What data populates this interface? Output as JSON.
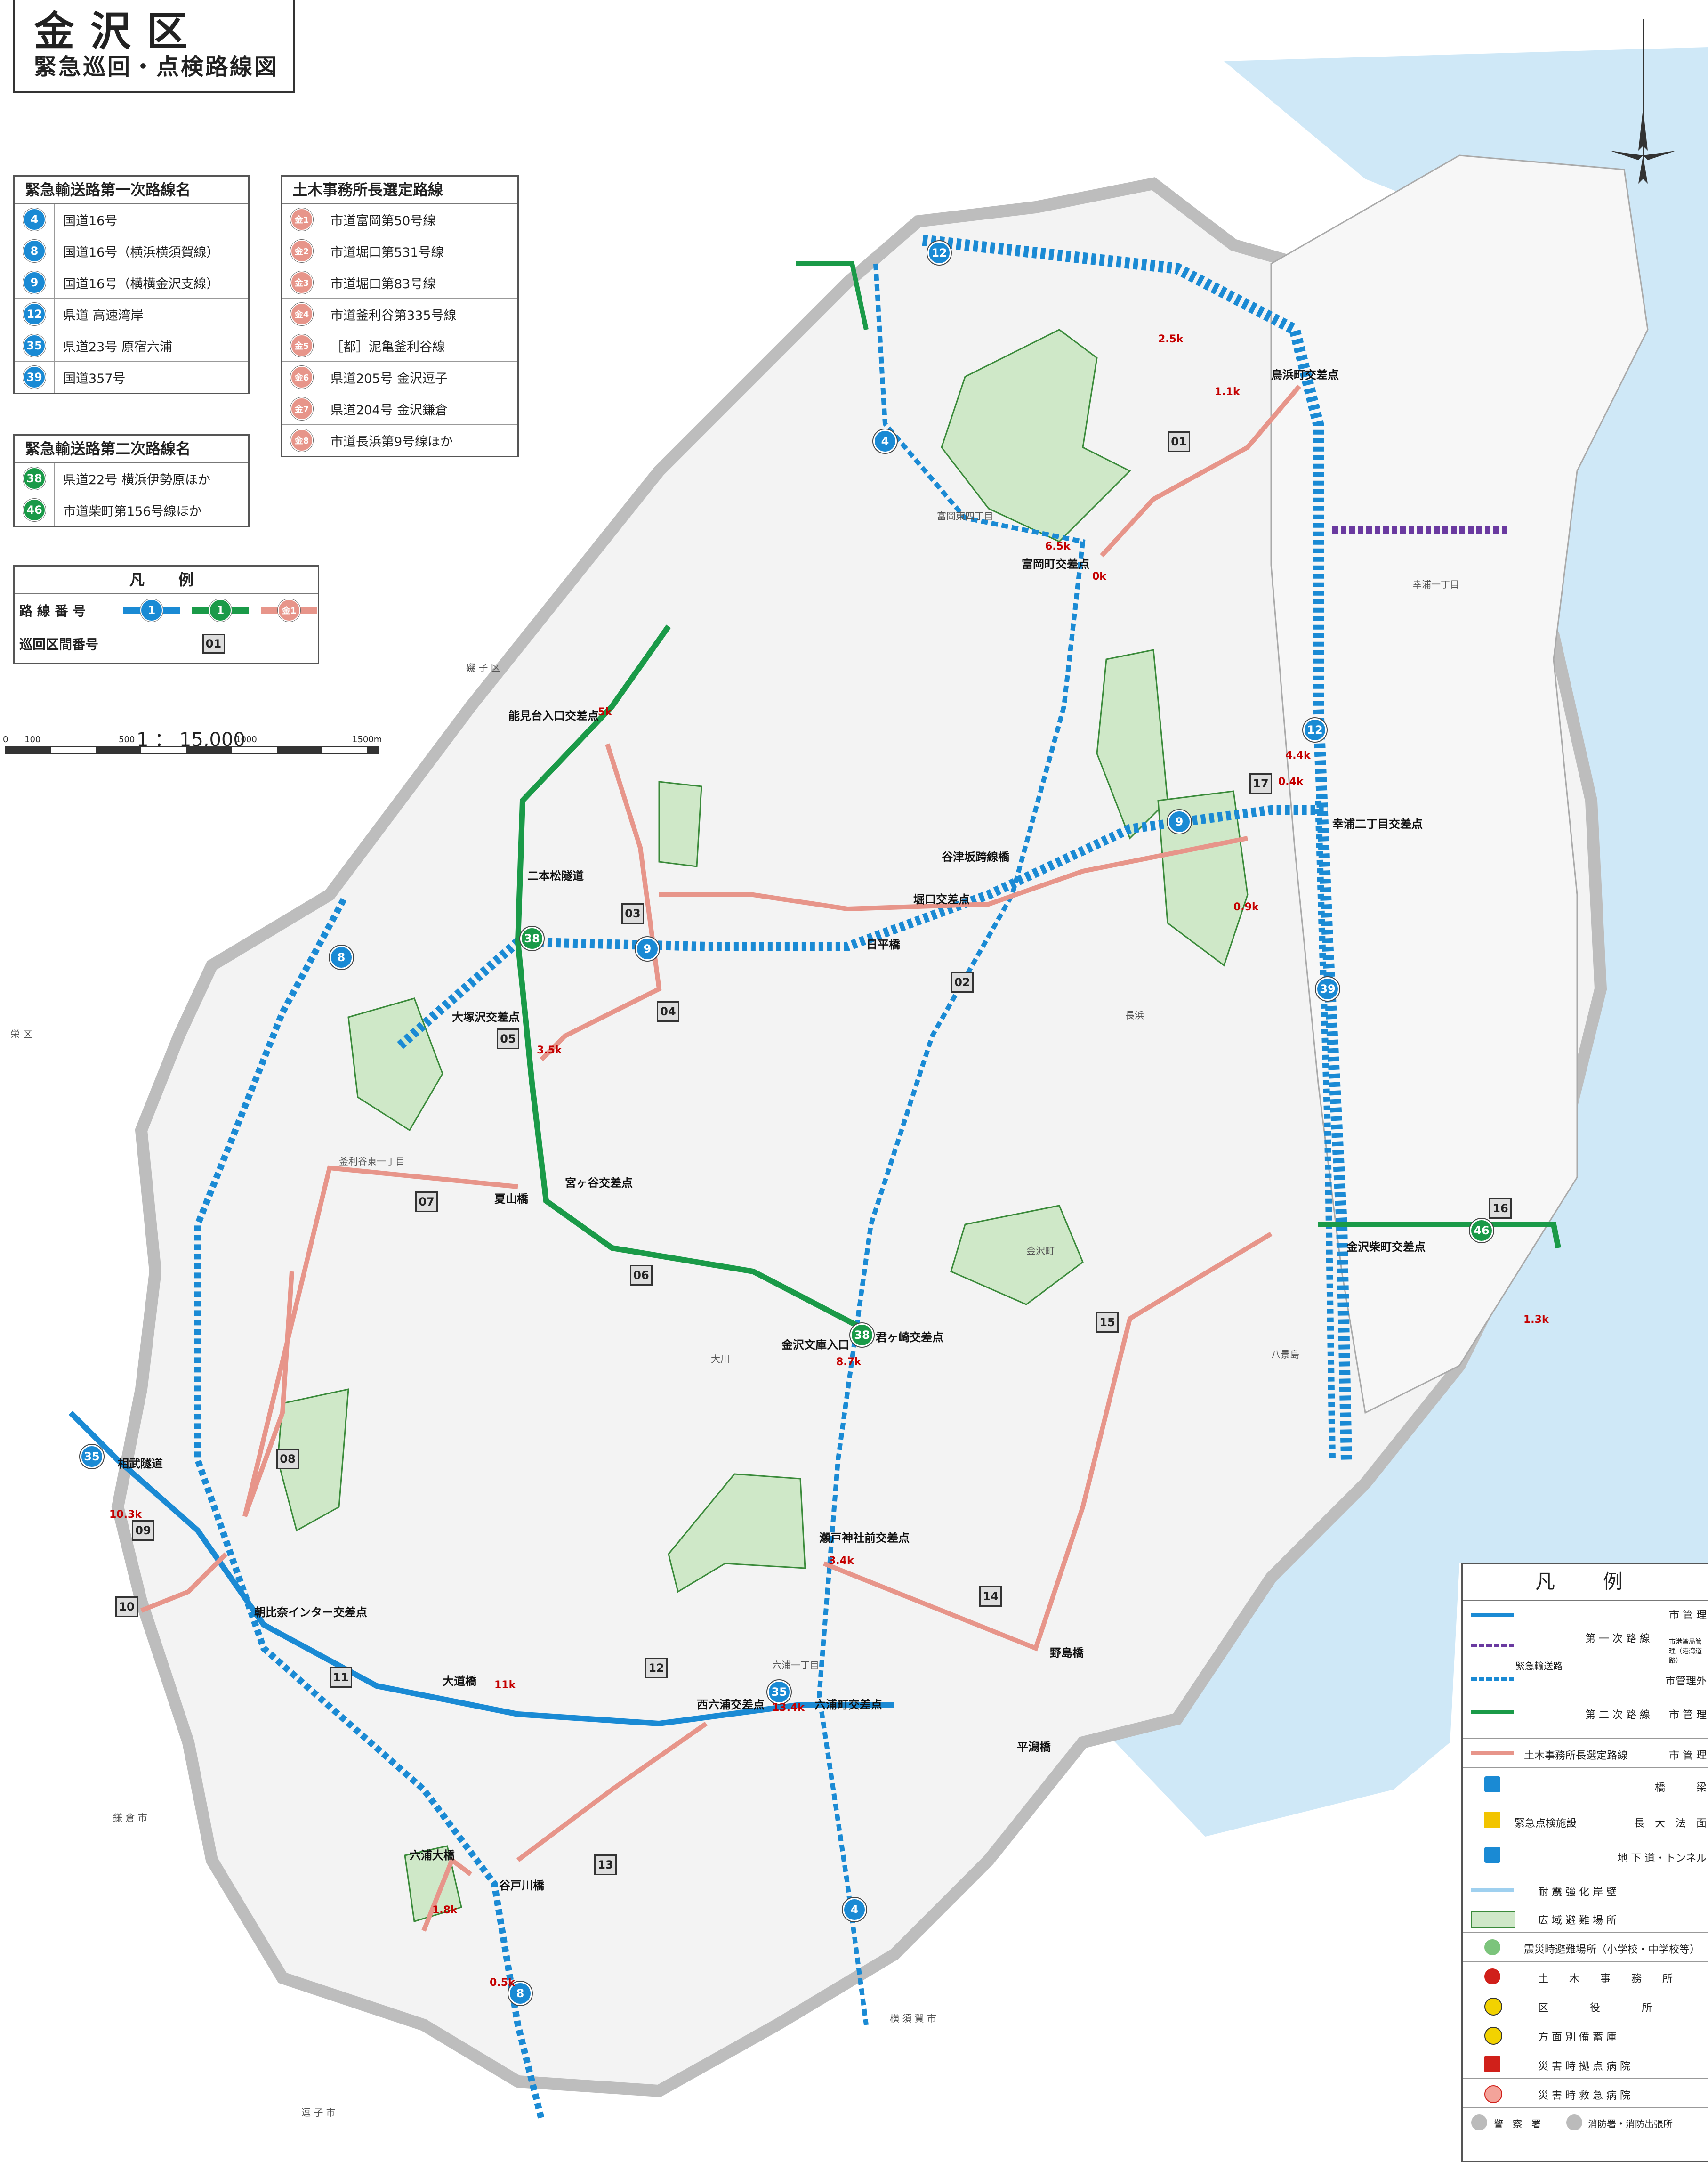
{
  "title": {
    "main": "金沢区",
    "sub": "緊急巡回・点検路線図"
  },
  "primary_routes": {
    "header": "緊急輸送路第一次路線名",
    "items": [
      {
        "no": "4",
        "name": "国道16号"
      },
      {
        "no": "8",
        "name": "国道16号（横浜横須賀線）"
      },
      {
        "no": "9",
        "name": "国道16号（横横金沢支線）"
      },
      {
        "no": "12",
        "name": "県道 高速湾岸"
      },
      {
        "no": "35",
        "name": "県道23号 原宿六浦"
      },
      {
        "no": "39",
        "name": "国道357号"
      }
    ]
  },
  "secondary_routes": {
    "header": "緊急輸送路第二次路線名",
    "items": [
      {
        "no": "38",
        "name": "県道22号 横浜伊勢原ほか"
      },
      {
        "no": "46",
        "name": "市道柴町第156号線ほか"
      }
    ]
  },
  "director_routes": {
    "header": "土木事務所長選定路線",
    "items": [
      {
        "no": "金1",
        "name": "市道富岡第50号線"
      },
      {
        "no": "金2",
        "name": "市道堀口第531号線"
      },
      {
        "no": "金3",
        "name": "市道堀口第83号線"
      },
      {
        "no": "金4",
        "name": "市道釜利谷第335号線"
      },
      {
        "no": "金5",
        "name": "［都］泥亀釜利谷線"
      },
      {
        "no": "金6",
        "name": "県道205号 金沢逗子"
      },
      {
        "no": "金7",
        "name": "県道204号 金沢鎌倉"
      },
      {
        "no": "金8",
        "name": "市道長浜第9号線ほか"
      }
    ]
  },
  "small_legend": {
    "header": "凡　例",
    "route_no_label": "路 線 番 号",
    "route_samples": [
      "1",
      "1",
      "金1"
    ],
    "section_label": "巡回区間番号",
    "section_sample": "01"
  },
  "scale": {
    "ratio": "1 ： 15,000",
    "ticks": [
      "0",
      "100",
      "500",
      "1000",
      "1500m"
    ]
  },
  "big_legend": {
    "header": "凡　例",
    "emergency_road": "緊急輸送路",
    "first_route": "第 一 次 路 線",
    "second_route": "第 二 次 路 線",
    "city_mgmt": "市 管 理",
    "port_mgmt": "市港湾局管理（港湾道路）",
    "outside_mgmt": "市管理外",
    "director_route": "土木事務所長選定路線",
    "facilities": "緊急点検施設",
    "bridge": "橋　　　梁",
    "slope": "長　大　法　面",
    "tunnel": "地 下 道・トンネル",
    "seawall": "耐 震 強 化 岸 壁",
    "evac_area": "広 域 避 難 場 所",
    "evac_school": "震災時避難場所（小学校・中学校等）",
    "civil_office": "土　　木　　事　　務　　所",
    "ward_office": "区　　　　役　　　　所",
    "storage": "方 面 別 備 蓄 庫",
    "base_hospital": "災 害 時 拠 点 病 院",
    "emerg_hospital": "災 害 時 救 急 病 院",
    "police": "警　察　署",
    "fire": "消防署・消防出張所"
  },
  "map": {
    "places": [
      "磯 子 区",
      "栄 区",
      "鎌 倉 市",
      "逗 子 市",
      "横 須 賀 市",
      "八景島",
      "金沢町",
      "大川",
      "長浜",
      "幸浦一丁目",
      "六浦一丁目",
      "釜利谷東一丁目",
      "富岡東四丁目"
    ],
    "bold_labels": [
      "鳥浜町交差点",
      "富岡町交差点",
      "能見台入口交差点",
      "二本松隧道",
      "大塚沢交差点",
      "宮ヶ谷交差点",
      "金沢文庫入口",
      "君ヶ崎交差点",
      "瀬戸神社前交差点",
      "六浦町交差点",
      "西六浦交差点",
      "朝比奈インター交差点",
      "金沢柴町交差点",
      "幸浦二丁目交差点",
      "堀口交差点",
      "谷津坂跨線橋",
      "日平橋",
      "夏山橋",
      "大道橋",
      "平潟橋",
      "野島橋",
      "六浦大橋",
      "谷戸川橋",
      "相武隧道"
    ],
    "sections": [
      "01",
      "02",
      "03",
      "04",
      "05",
      "06",
      "07",
      "08",
      "09",
      "10",
      "11",
      "12",
      "13",
      "14",
      "15",
      "16",
      "17"
    ],
    "km_marks": [
      "0k",
      "2.5k",
      "1.1k",
      "6.5k",
      "3.5k",
      "4.4k",
      "0.4k",
      "13.4k",
      "3.4k",
      "8.7k",
      "1.3k",
      "1.8k",
      "11k",
      "10.3k",
      "0.9k",
      "5k",
      "0.5k"
    ]
  },
  "colors": {
    "primary": "#1a8ad4",
    "secondary": "#1a9a48",
    "director": "#e7958a",
    "port": "#6a3aa0",
    "sea": "#cfe8f7",
    "land": "#f4f4f4",
    "border": "#bdbdbd",
    "park": "#cfe8c8"
  }
}
